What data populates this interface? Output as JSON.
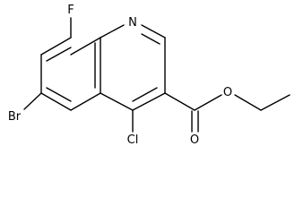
{
  "molecule": {
    "atoms": {
      "fluorine": "F",
      "nitrogen": "N",
      "bromine": "Br",
      "chlorine": "Cl",
      "carbonyl_oxygen": "O",
      "ester_oxygen": "O"
    }
  },
  "colors": {
    "bond": "#000000",
    "label": "#000000",
    "background": "#ffffff"
  }
}
